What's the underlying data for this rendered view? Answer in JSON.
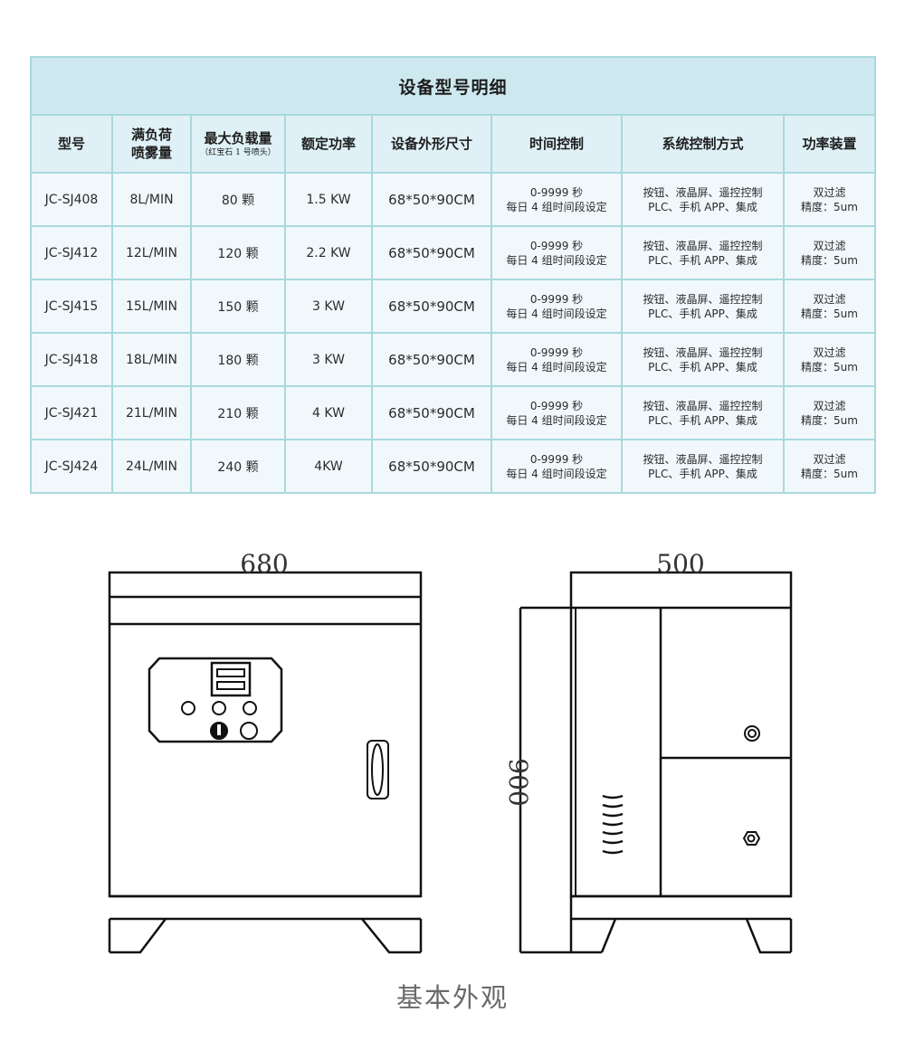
{
  "table": {
    "title": "设备型号明细",
    "headers": [
      {
        "line1": "型号",
        "line2": "",
        "sub": ""
      },
      {
        "line1": "满负荷",
        "line2": "喷雾量",
        "sub": ""
      },
      {
        "line1": "最大负载量",
        "line2": "",
        "sub": "（红宝石 1 号喷头）"
      },
      {
        "line1": "额定功率",
        "line2": "",
        "sub": ""
      },
      {
        "line1": "设备外形尺寸",
        "line2": "",
        "sub": ""
      },
      {
        "line1": "时间控制",
        "line2": "",
        "sub": ""
      },
      {
        "line1": "系统控制方式",
        "line2": "",
        "sub": ""
      },
      {
        "line1": "功率装置",
        "line2": "",
        "sub": ""
      }
    ],
    "rows": [
      {
        "model": "JC-SJ408",
        "spray": "8L/MIN",
        "load": "80 颗",
        "power": "1.5 KW",
        "size": "68*50*90CM",
        "time1": "0-9999 秒",
        "time2": "每日 4 组时间段设定",
        "ctrl1": "按钮、液晶屏、遥控控制",
        "ctrl2": "PLC、手机 APP、集成",
        "dev1": "双过滤",
        "dev2": "精度：5um"
      },
      {
        "model": "JC-SJ412",
        "spray": "12L/MIN",
        "load": "120 颗",
        "power": "2.2 KW",
        "size": "68*50*90CM",
        "time1": "0-9999 秒",
        "time2": "每日 4 组时间段设定",
        "ctrl1": "按钮、液晶屏、遥控控制",
        "ctrl2": "PLC、手机 APP、集成",
        "dev1": "双过滤",
        "dev2": "精度：5um"
      },
      {
        "model": "JC-SJ415",
        "spray": "15L/MIN",
        "load": "150 颗",
        "power": "3 KW",
        "size": "68*50*90CM",
        "time1": "0-9999 秒",
        "time2": "每日 4 组时间段设定",
        "ctrl1": "按钮、液晶屏、遥控控制",
        "ctrl2": "PLC、手机 APP、集成",
        "dev1": "双过滤",
        "dev2": "精度：5um"
      },
      {
        "model": "JC-SJ418",
        "spray": "18L/MIN",
        "load": "180 颗",
        "power": "3 KW",
        "size": "68*50*90CM",
        "time1": "0-9999 秒",
        "time2": "每日 4 组时间段设定",
        "ctrl1": "按钮、液晶屏、遥控控制",
        "ctrl2": "PLC、手机 APP、集成",
        "dev1": "双过滤",
        "dev2": "精度：5um"
      },
      {
        "model": "JC-SJ421",
        "spray": "21L/MIN",
        "load": "210 颗",
        "power": "4 KW",
        "size": "68*50*90CM",
        "time1": "0-9999 秒",
        "time2": "每日 4 组时间段设定",
        "ctrl1": "按钮、液晶屏、遥控控制",
        "ctrl2": "PLC、手机 APP、集成",
        "dev1": "双过滤",
        "dev2": "精度：5um"
      },
      {
        "model": "JC-SJ424",
        "spray": "24L/MIN",
        "load": "240 颗",
        "power": "4KW",
        "size": "68*50*90CM",
        "time1": "0-9999 秒",
        "time2": "每日 4 组时间段设定",
        "ctrl1": "按钮、液晶屏、遥控控制",
        "ctrl2": "PLC、手机 APP、集成",
        "dev1": "双过滤",
        "dev2": "精度：5um"
      }
    ]
  },
  "drawing": {
    "front_width_label": "680",
    "side_depth_label": "500",
    "height_label": "900"
  },
  "caption": "基本外观",
  "colors": {
    "title_bg": "#cde9ef",
    "header_bg": "#dff1f6",
    "cell_bg": "#f1f8fc",
    "border": "#a9d9dc",
    "caption_text": "#6a6a6a"
  }
}
